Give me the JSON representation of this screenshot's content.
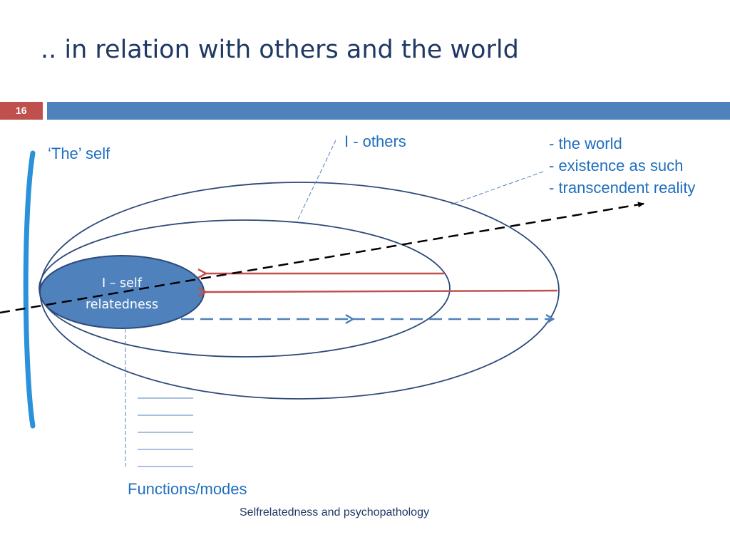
{
  "slide": {
    "title": ".. in relation with others and the world",
    "number": "16",
    "footer": "Selfrelatedness and psychopathology"
  },
  "diagram": {
    "self_label": "‘The’ self",
    "others_label": "I - others",
    "world_lines": [
      "- the world",
      "- existence as such",
      "- transcendent reality"
    ],
    "center_lines": [
      "I – self",
      "relatedness"
    ],
    "functions_label": "Functions/modes"
  },
  "colors": {
    "title": "#1f3864",
    "accent_band": "#4f81bd",
    "number_box": "#c0504d",
    "ellipse_stroke": "#2e4a7a",
    "center_fill": "#4f81bd",
    "red_arrow": "#c0504d",
    "blue_arrow": "#4f81bd",
    "label_text": "#1f6fbf"
  }
}
